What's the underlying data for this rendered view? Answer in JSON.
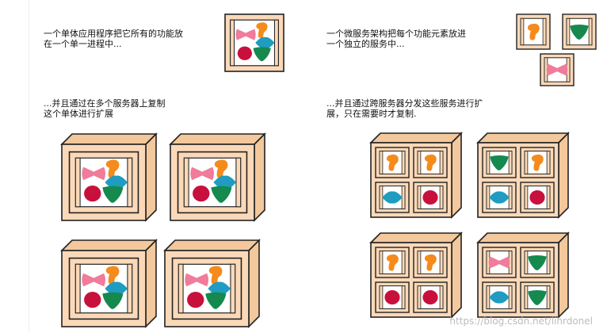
{
  "left": {
    "caption_top_line1": "一个单体应用程序把它所有的功能放",
    "caption_top_line2": "在一个单一进程中...",
    "caption_bottom_line1": "...并且通过在多个服务器上复制",
    "caption_bottom_line2": "这个单体进行扩展"
  },
  "right": {
    "caption_top_line1": "一个微服务架构把每个功能元素放进",
    "caption_top_line2": "一个独立的服务中...",
    "caption_bottom_line1": "...并且通过跨服务器分发这些服务进行扩",
    "caption_bottom_line2": "展，只在需要时才复制."
  },
  "watermark": "https://blog.csdn.net/lihrdonel",
  "colors": {
    "box_fill": "#fbd9b8",
    "box_side": "#f3c89c",
    "box_stroke": "#222222",
    "pink": "#f07b9a",
    "orange": "#f48b1c",
    "cyan": "#1f9cc0",
    "red": "#c8103c",
    "green": "#15894e"
  },
  "shapes": {
    "pink": "pink-bowtie",
    "orange": "orange-blob",
    "cyan": "cyan-diamond",
    "red": "red-circle",
    "green": "green-triangle"
  }
}
